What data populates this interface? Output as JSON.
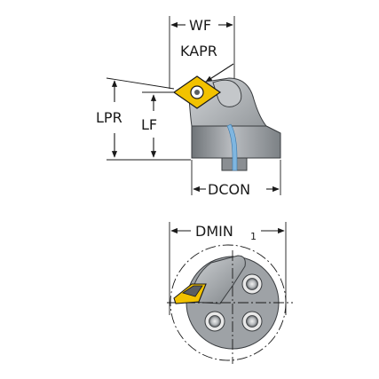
{
  "labels": {
    "wf": "WF",
    "kapr": "KAPR",
    "lpr": "LPR",
    "lf": "LF",
    "dcon": "DCON",
    "dmin": "DMIN",
    "dmin_sub": "1"
  },
  "colors": {
    "insert": "#f2c200",
    "body_light": "#b9bcc0",
    "body_mid": "#8e9296",
    "body_dark": "#5f6468",
    "coolant": "#7fb6e0",
    "line": "#1a1a1a"
  }
}
